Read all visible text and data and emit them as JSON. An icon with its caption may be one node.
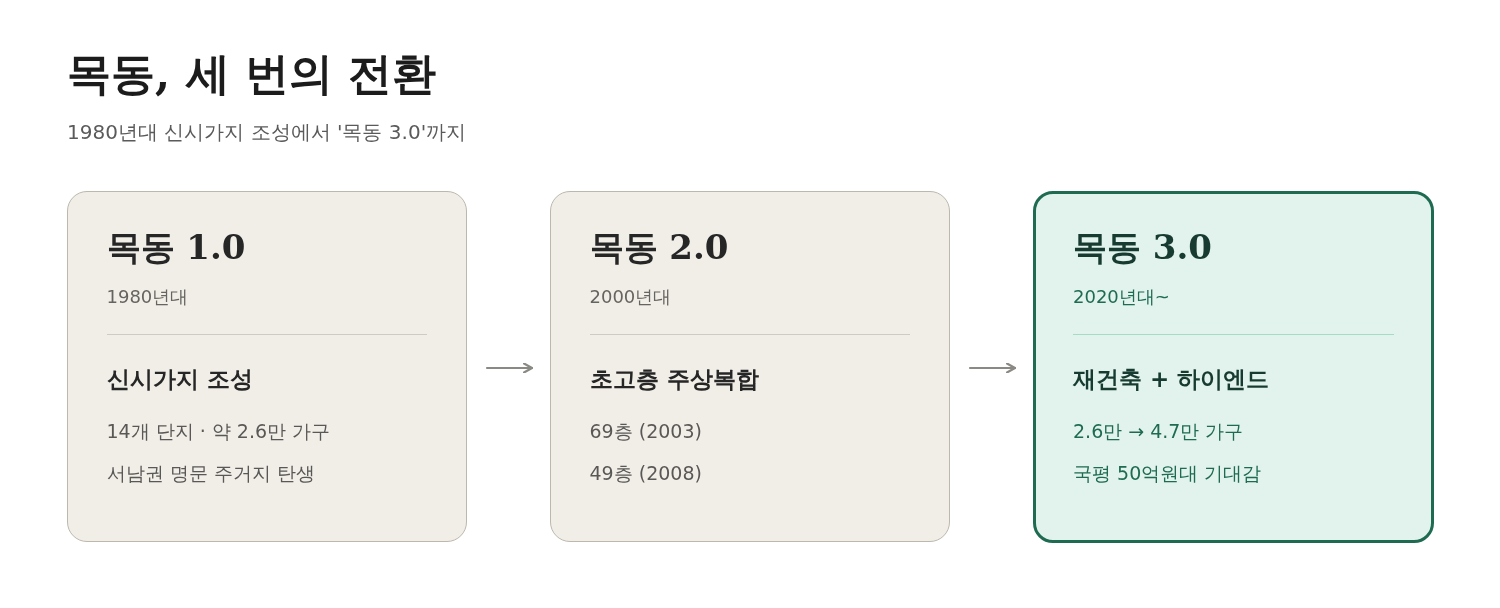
{
  "diagram": {
    "title": "목동, 세 번의 전환",
    "nodes": [
      {
        "text": [
          "목동 1.0",
          "1980년대",
          "신시가지 조성",
          "14개 단지 · 약 2.6만 가구",
          "서남권 명문 주거지 탄생"
        ]
      },
      {
        "text": [
          "목동 2.0",
          "2000년대",
          "초고층 주상복합",
          "69층 (2003)",
          "49층 (2008)"
        ]
      },
      {
        "text": [
          "목동 3.0",
          "2020년대~",
          "재건축 + 하이엔드",
          "2.6만 → 4.7만 가구",
          "국평 50억원대 기대감"
        ]
      }
    ],
    "edges": [
      {
        "from": 0,
        "to": 1,
        "arrow": "to"
      },
      {
        "from": 1,
        "to": 2,
        "arrow": "to"
      }
    ],
    "labels": [
      "1980년대 신시가지 조성에서 '목동 3.0'까지"
    ]
  }
}
